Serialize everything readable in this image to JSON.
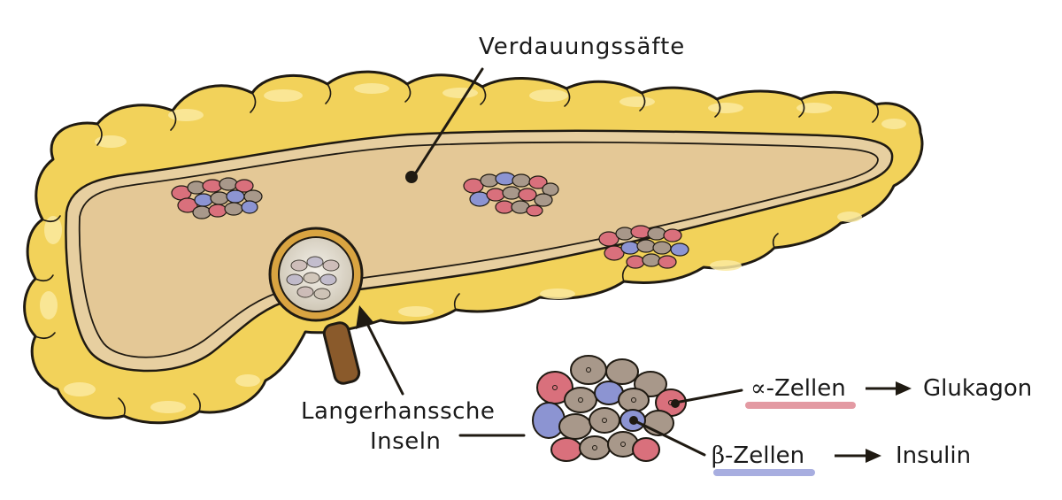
{
  "labels": {
    "digestive_juices": "Verdauungssäfte",
    "islets_line1": "Langerhanssche",
    "islets_line2": "Inseln",
    "alpha_symbol": "∝",
    "alpha_cells": "-Zellen",
    "beta_symbol": "β",
    "beta_cells": "-Zellen",
    "glucagon": "Glukagon",
    "insulin": "Insulin"
  },
  "colors": {
    "outline": "#1f1a12",
    "lobules": "#f2d25a",
    "lobule_highlight": "#fbeaa0",
    "duct": "#e7cfa0",
    "alpha_cell": "#d9707c",
    "beta_cell": "#8c94d2",
    "other_cell": "#a8988a",
    "alpha_underline": "#e39aa3",
    "beta_underline": "#a8aee0",
    "magnifier_handle": "#8a5a2b"
  }
}
